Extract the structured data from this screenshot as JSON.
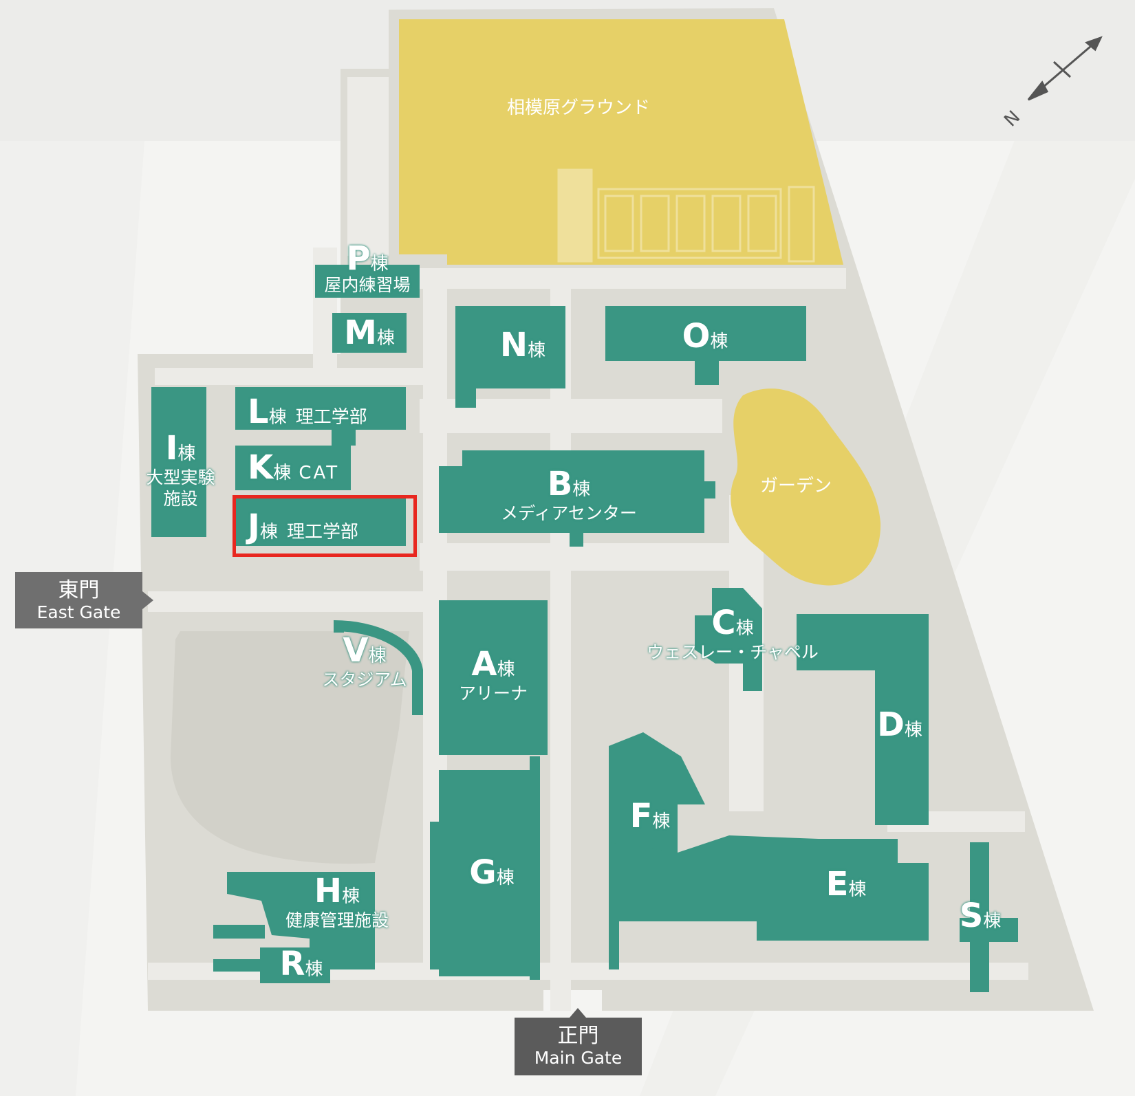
{
  "colors": {
    "building": "#3a9683",
    "ground": "#e6d067",
    "campus": "#dcdbd4",
    "path": "#ecebe7",
    "highlight": "#e8271f"
  },
  "fields": {
    "ground": "相模原グラウンド",
    "garden": "ガーデン"
  },
  "buildings": {
    "P": {
      "letter": "P",
      "suffix": "棟",
      "sub": "屋内練習場"
    },
    "M": {
      "letter": "M",
      "suffix": "棟"
    },
    "N": {
      "letter": "N",
      "suffix": "棟"
    },
    "O": {
      "letter": "O",
      "suffix": "棟"
    },
    "L": {
      "letter": "L",
      "suffix": "棟",
      "sub": "理工学部"
    },
    "K": {
      "letter": "K",
      "suffix": "棟",
      "sub": "CAT"
    },
    "J": {
      "letter": "J",
      "suffix": "棟",
      "sub": "理工学部"
    },
    "I": {
      "letter": "I",
      "suffix": "棟",
      "sub1": "大型実験",
      "sub2": "施設"
    },
    "B": {
      "letter": "B",
      "suffix": "棟",
      "sub": "メディアセンター"
    },
    "C": {
      "letter": "C",
      "suffix": "棟",
      "sub": "ウェスレー・チャペル"
    },
    "V": {
      "letter": "V",
      "suffix": "棟",
      "sub": "スタジアム"
    },
    "A": {
      "letter": "A",
      "suffix": "棟",
      "sub": "アリーナ"
    },
    "D": {
      "letter": "D",
      "suffix": "棟"
    },
    "F": {
      "letter": "F",
      "suffix": "棟"
    },
    "G": {
      "letter": "G",
      "suffix": "棟"
    },
    "E": {
      "letter": "E",
      "suffix": "棟"
    },
    "H": {
      "letter": "H",
      "suffix": "棟",
      "sub": "健康管理施設"
    },
    "R": {
      "letter": "R",
      "suffix": "棟"
    },
    "S": {
      "letter": "S",
      "suffix": "棟"
    }
  },
  "gates": {
    "east": {
      "jp": "東門",
      "en": "East Gate"
    },
    "main": {
      "jp": "正門",
      "en": "Main Gate"
    }
  },
  "compass": {
    "north_label": "N"
  },
  "highlighted_building": "J"
}
